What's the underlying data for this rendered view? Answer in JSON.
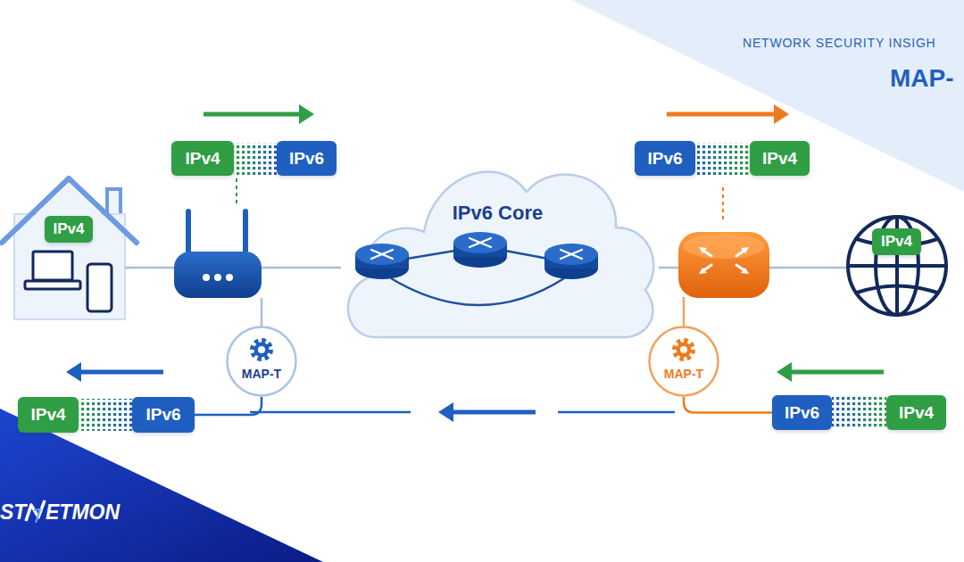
{
  "diagram": {
    "title": "MAP-",
    "nodes": [
      {
        "text": [
          "IPv4"
        ]
      },
      {
        "text": [
          "IPv6"
        ]
      },
      {
        "text": [
          "IPv6"
        ]
      },
      {
        "text": [
          "IPv4"
        ]
      },
      {
        "text": [
          "IPv4"
        ]
      },
      {
        "text": [
          "IPv6 Core"
        ]
      },
      {
        "text": [
          "IPv4"
        ]
      },
      {
        "text": [
          "MAP-T"
        ]
      },
      {
        "text": [
          "MAP-T"
        ]
      },
      {
        "text": [
          "IPv4"
        ]
      },
      {
        "text": [
          "IPv6"
        ]
      },
      {
        "text": [
          "IPv6"
        ]
      },
      {
        "text": [
          "IPv4"
        ]
      }
    ],
    "edges": [
      {
        "from": 7,
        "to": 10,
        "arrow": "none"
      },
      {
        "from": 8,
        "to": 11,
        "arrow": "none"
      }
    ],
    "labels": [
      "NETWORK SECURITY INSIGH",
      "ST",
      "ETMON"
    ]
  }
}
